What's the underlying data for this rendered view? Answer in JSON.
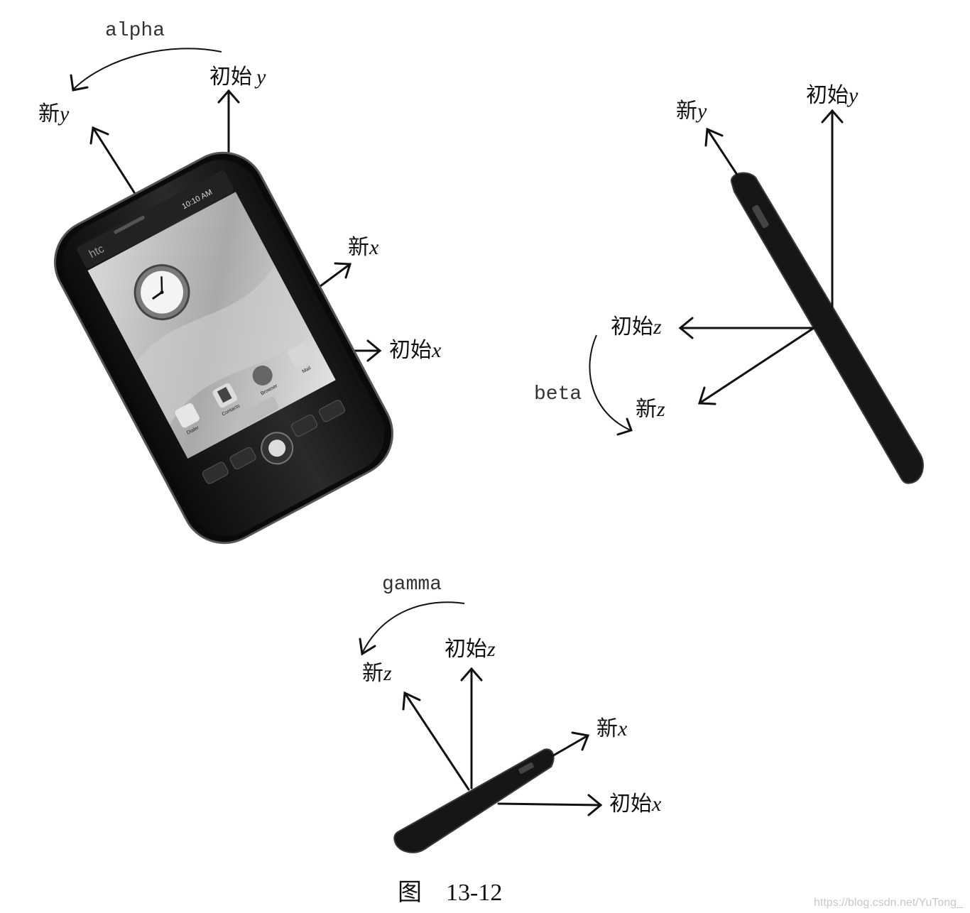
{
  "figure": {
    "caption": "图　13-12",
    "watermark": "https://blog.csdn.net/YuTong_"
  },
  "panel_alpha": {
    "rotation": "alpha",
    "initial_y": {
      "prefix": "初始",
      "var": "y"
    },
    "new_y": {
      "prefix": "新",
      "var": "y"
    },
    "new_x": {
      "prefix": "新",
      "var": "x"
    },
    "initial_x": {
      "prefix": "初始",
      "var": "x"
    },
    "phone": {
      "brand": "htc",
      "status_time": "10:10 AM",
      "apps": [
        "Dialer",
        "Contacts",
        "Browser",
        "Mail"
      ]
    }
  },
  "panel_beta": {
    "rotation": "beta",
    "new_y": {
      "prefix": "新",
      "var": "y"
    },
    "initial_y": {
      "prefix": "初始",
      "var": "y"
    },
    "initial_z": {
      "prefix": "初始",
      "var": "z"
    },
    "new_z": {
      "prefix": "新",
      "var": "z"
    }
  },
  "panel_gamma": {
    "rotation": "gamma",
    "initial_z": {
      "prefix": "初始",
      "var": "z"
    },
    "new_z": {
      "prefix": "新",
      "var": "z"
    },
    "new_x": {
      "prefix": "新",
      "var": "x"
    },
    "initial_x": {
      "prefix": "初始",
      "var": "x"
    }
  },
  "colors": {
    "ink": "#111111",
    "phone_body": "#1a1a1a",
    "phone_edge": "#3a3a3a",
    "screen": "#b8b8b8"
  }
}
